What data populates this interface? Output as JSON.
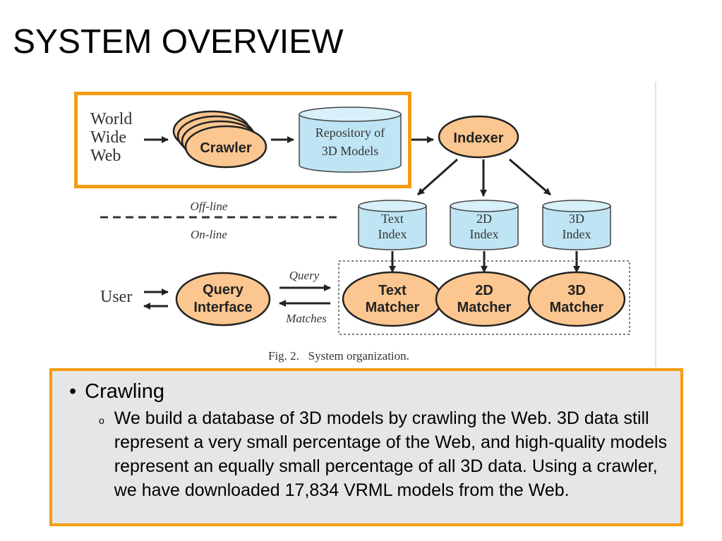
{
  "title": "SYSTEM OVERVIEW",
  "diagram": {
    "source": [
      "World",
      "Wide",
      "Web"
    ],
    "crawler": "Crawler",
    "repository": [
      "Repository of",
      "3D Models"
    ],
    "indexer": "Indexer",
    "offline": "Off-line",
    "online": "On-line",
    "indexes": [
      [
        "Text",
        "Index"
      ],
      [
        "2D",
        "Index"
      ],
      [
        "3D",
        "Index"
      ]
    ],
    "matchers": [
      [
        "Text",
        "Matcher"
      ],
      [
        "2D",
        "Matcher"
      ],
      [
        "3D",
        "Matcher"
      ]
    ],
    "user": "User",
    "query_interface": [
      "Query",
      "Interface"
    ],
    "query": "Query",
    "matches": "Matches",
    "caption": "Fig. 2.   System organization.",
    "colors": {
      "orange_node": "#fbc690",
      "blue_db": "#bfe5f4",
      "highlight": "#f39c12"
    }
  },
  "bullets": {
    "main": "Crawling",
    "sub": "We build a database of 3D models by crawling the Web. 3D data still represent a very small percentage of the Web, and high-quality models represent an equally small percentage of all 3D data. Using a crawler, we have downloaded 17,834 VRML models from the Web."
  }
}
